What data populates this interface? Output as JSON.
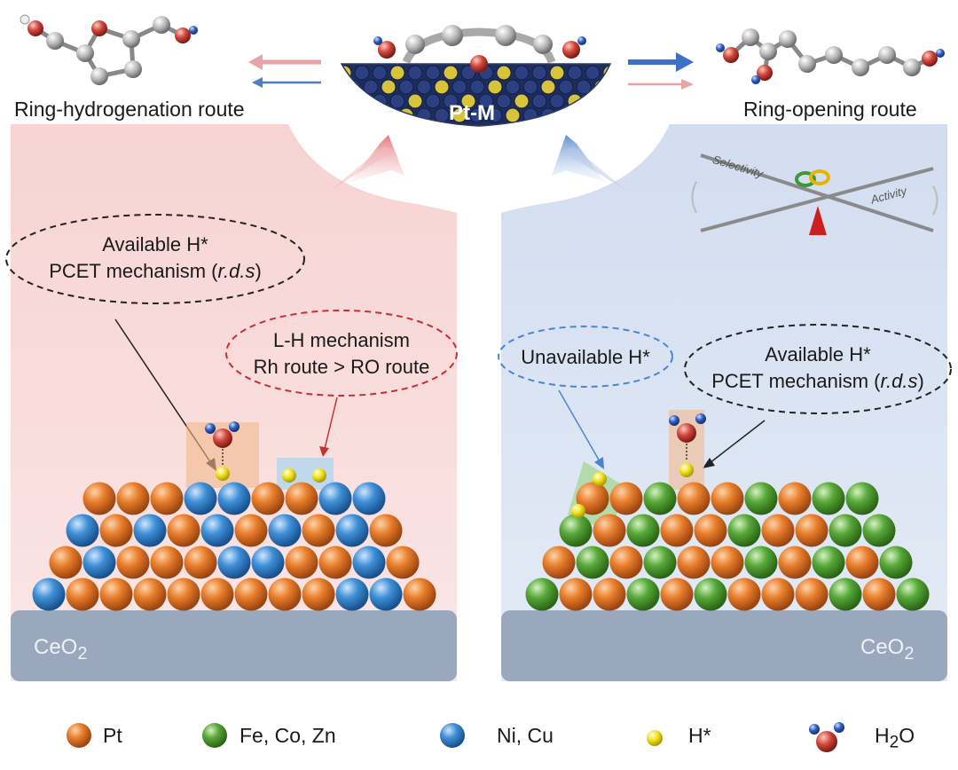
{
  "top": {
    "left_route": "Ring-hydrogenation route",
    "right_route": "Ring-opening route",
    "catalyst": "Pt-M"
  },
  "left_panel": {
    "bubble1": {
      "line1": "Available H*",
      "line2_prefix": "PCET mechanism (",
      "line2_italic": "r.d.s",
      "line2_suffix": ")"
    },
    "bubble2": {
      "line1": "L-H mechanism",
      "line2": "Rh route  > RO route"
    },
    "support": {
      "base": "CeO",
      "sub": "2"
    }
  },
  "right_panel": {
    "bubble1": {
      "line1": "Unavailable H*"
    },
    "bubble2": {
      "line1": "Available H*",
      "line2_prefix": "PCET mechanism (",
      "line2_italic": "r.d.s",
      "line2_suffix": ")"
    },
    "balance": {
      "selectivity": "Selectivity",
      "activity": "Activity"
    },
    "support": {
      "base": "CeO",
      "sub": "2"
    }
  },
  "legend": [
    {
      "label": "Pt",
      "color": "#e07a2a"
    },
    {
      "label": "Fe, Co, Zn",
      "color": "#5aaa3c"
    },
    {
      "label": "Ni, Cu",
      "color": "#3f8fd6"
    },
    {
      "label": "H*",
      "color": "#f2e21a"
    },
    {
      "label_base": "H",
      "label_sub": "2",
      "label_tail": "O",
      "color": "#c0443a"
    }
  ]
}
